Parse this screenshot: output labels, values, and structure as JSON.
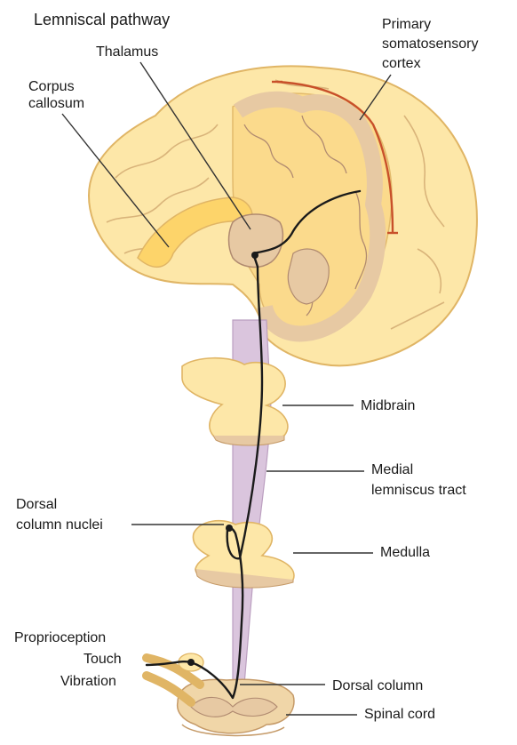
{
  "title": "Lemniscal pathway",
  "labels": {
    "thalamus": "Thalamus",
    "corpus_callosum_1": "Corpus",
    "corpus_callosum_2": "callosum",
    "primary_cortex_1": "Primary",
    "primary_cortex_2": "somatosensory",
    "primary_cortex_3": "cortex",
    "midbrain": "Midbrain",
    "medial_lemniscus_1": "Medial",
    "medial_lemniscus_2": "lemniscus tract",
    "dorsal_nuclei_1": "Dorsal",
    "dorsal_nuclei_2": "column nuclei",
    "medulla": "Medulla",
    "proprioception": "Proprioception",
    "touch": "Touch",
    "vibration": "Vibration",
    "dorsal_column": "Dorsal column",
    "spinal_cord": "Spinal cord"
  },
  "colors": {
    "brain": "#fde7a8",
    "brain_outline": "#e0b565",
    "gray_matter": "#e7c9a3",
    "tract": "#d9c2dc",
    "accent": "#c8502a"
  }
}
